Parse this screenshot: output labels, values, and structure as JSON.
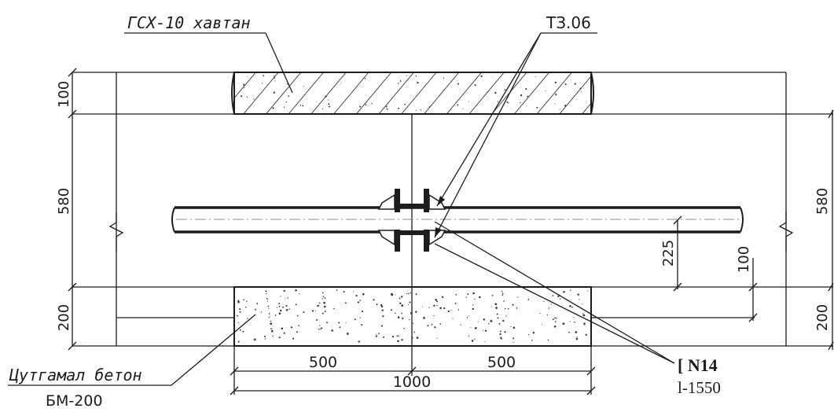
{
  "labels": {
    "top_slab": "ГСХ-10 хавтан",
    "mark": "ТЗ.06",
    "base": "Цутгамал бетон",
    "base_grade": "БМ-200",
    "channel": "[ N14",
    "channel_length": "l-1550"
  },
  "dimensions": {
    "left_top": "100",
    "left_mid": "580",
    "left_bottom": "200",
    "right_mid": "580",
    "right_bottom": "200",
    "pipe_height": "225",
    "base_offset": "100",
    "half_left": "500",
    "half_right": "500",
    "total_width": "1000"
  }
}
